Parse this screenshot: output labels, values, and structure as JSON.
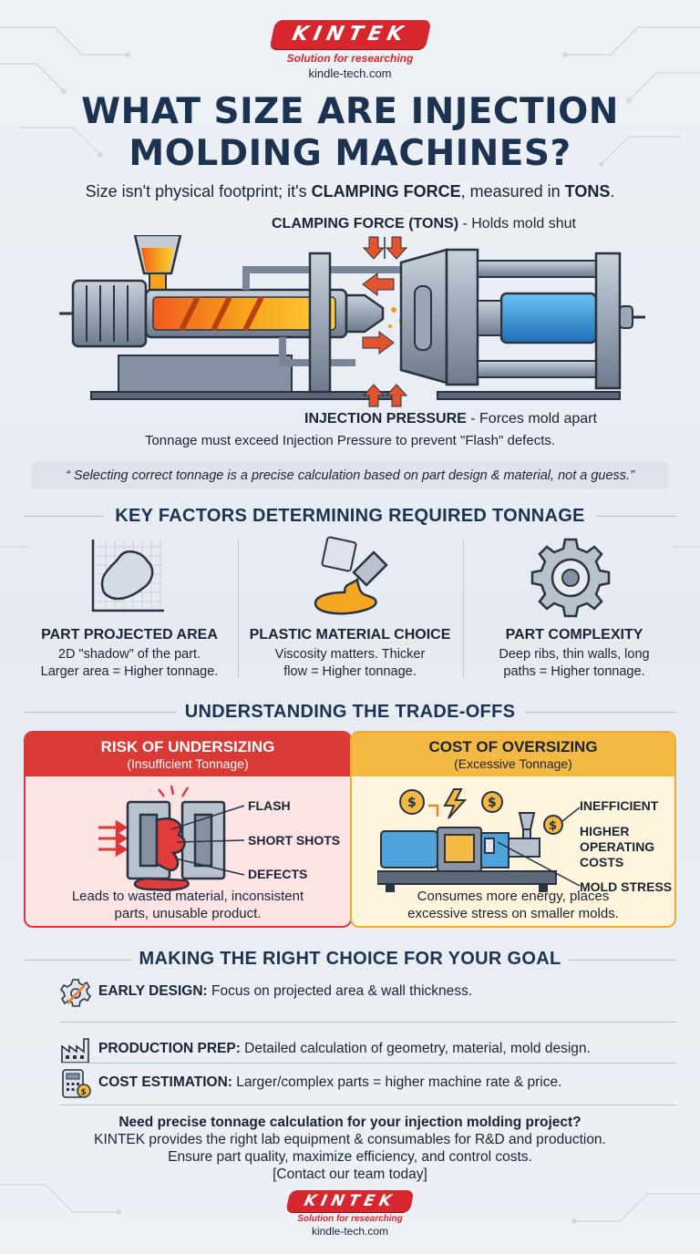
{
  "brand": {
    "name": "KINTEK",
    "tagline": "Solution for researching",
    "url": "kindle-tech.com"
  },
  "title_line1": "WHAT SIZE ARE INJECTION",
  "title_line2": "MOLDING MACHINES?",
  "subtitle": {
    "pre": "Size isn't physical footprint; it's ",
    "strong1": "CLAMPING FORCE",
    "mid": ", measured in ",
    "strong2": "TONS",
    "post": "."
  },
  "diagram": {
    "clamp_label_strong": "CLAMPING FORCE (TONS)",
    "clamp_label_rest": " - Holds mold shut",
    "injection_label_strong": "INJECTION PRESSURE",
    "injection_label_rest": " - Forces mold apart",
    "note": "Tonnage must exceed Injection Pressure to prevent \"Flash\" defects."
  },
  "quote": "“ Selecting correct tonnage is a precise calculation based on part design & material, not a guess.”",
  "factors": {
    "heading": "KEY FACTORS DETERMINING REQUIRED TONNAGE",
    "items": [
      {
        "title": "PART PROJECTED AREA",
        "desc1": "2D \"shadow\" of the part.",
        "desc2": "Larger area = Higher tonnage."
      },
      {
        "title": "PLASTIC MATERIAL CHOICE",
        "desc1": "Viscosity matters. Thicker",
        "desc2": "flow = Higher tonnage."
      },
      {
        "title": "PART COMPLEXITY",
        "desc1": "Deep ribs, thin walls, long",
        "desc2": "paths = Higher tonnage."
      }
    ]
  },
  "tradeoffs": {
    "heading": "UNDERSTANDING THE TRADE-OFFS",
    "left": {
      "title": "RISK OF UNDERSIZING",
      "subtitle": "(Insufficient Tonnage)",
      "callouts": [
        "FLASH",
        "SHORT SHOTS",
        "DEFECTS"
      ],
      "desc1": "Leads to wasted material, inconsistent",
      "desc2": "parts, unusable product."
    },
    "right": {
      "title": "COST OF OVERSIZING",
      "subtitle": "(Excessive Tonnage)",
      "callouts": [
        "INEFFICIENT",
        "HIGHER",
        "OPERATING",
        "COSTS",
        "MOLD STRESS"
      ],
      "desc1": "Consumes more energy, places",
      "desc2": "excessive stress on smaller molds."
    }
  },
  "goals": {
    "heading": "MAKING THE RIGHT CHOICE FOR YOUR GOAL",
    "items": [
      {
        "strong": "EARLY DESIGN:",
        "rest": " Focus on projected area & wall thickness.",
        "icon": "gear-pencil-icon"
      },
      {
        "strong": "PRODUCTION PREP:",
        "rest": " Detailed calculation of geometry, material, mold design.",
        "icon": "factory-icon"
      },
      {
        "strong": "COST ESTIMATION:",
        "rest": " Larger/complex parts = higher machine rate & price.",
        "icon": "calculator-icon"
      }
    ]
  },
  "cta": {
    "line1": "Need precise tonnage calculation for your injection molding project?",
    "line2": "KINTEK provides the right lab equipment & consumables for R&D and production.",
    "line3": "Ensure part quality, maximize efficiency, and control costs.",
    "line4": "[Contact our team today]"
  },
  "colors": {
    "brand_red": "#d7262e",
    "navy": "#1b3350",
    "undersize_red": "#d93a36",
    "oversize_yellow": "#f4b942",
    "molten_orange": "#f39a1e"
  }
}
